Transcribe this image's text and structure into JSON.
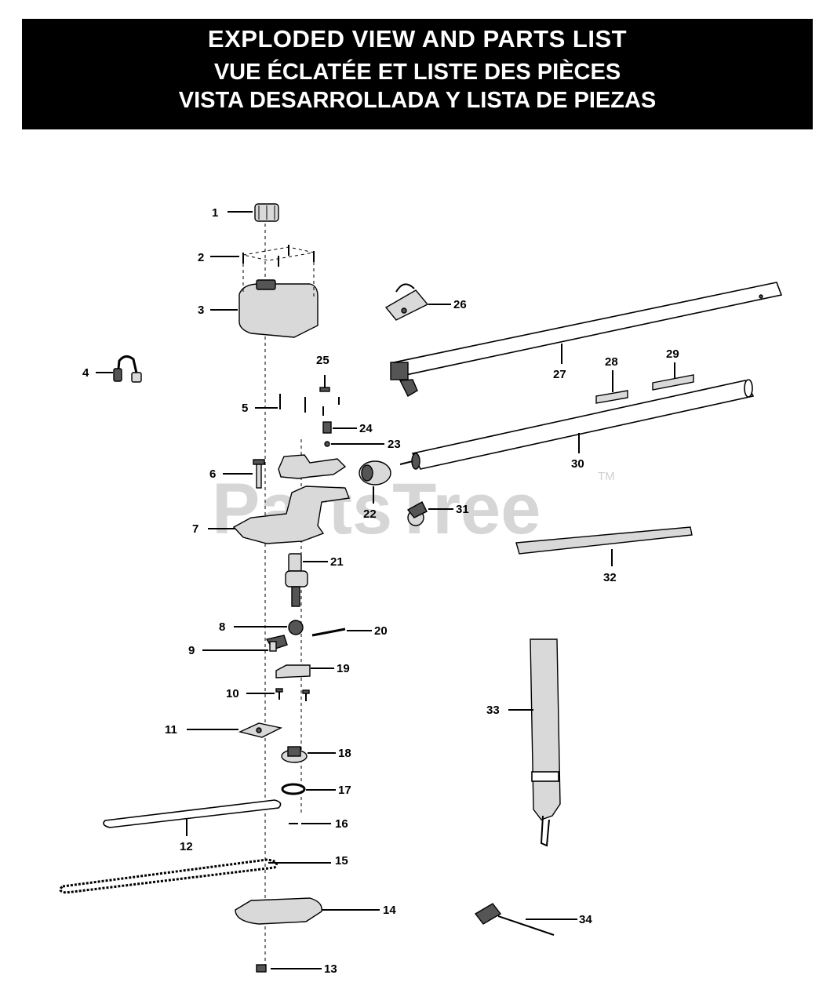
{
  "header": {
    "title_en": "EXPLODED VIEW AND PARTS LIST",
    "title_fr": "VUE ÉCLATÉE ET LISTE DES PIÈCES",
    "title_es": "VISTA DESARROLLADA Y LISTA DE PIEZAS"
  },
  "watermark": {
    "text": "PartsTree",
    "tm": "TM"
  },
  "callouts": {
    "c1": "1",
    "c2": "2",
    "c3": "3",
    "c4": "4",
    "c5": "5",
    "c6": "6",
    "c7": "7",
    "c8": "8",
    "c9": "9",
    "c10": "10",
    "c11": "11",
    "c12": "12",
    "c13": "13",
    "c14": "14",
    "c15": "15",
    "c16": "16",
    "c17": "17",
    "c18": "18",
    "c19": "19",
    "c20": "20",
    "c21": "21",
    "c22": "22",
    "c23": "23",
    "c24": "24",
    "c25": "25",
    "c26": "26",
    "c27": "27",
    "c28": "28",
    "c29": "29",
    "c30": "30",
    "c31": "31",
    "c32": "32",
    "c33": "33",
    "c34": "34"
  }
}
